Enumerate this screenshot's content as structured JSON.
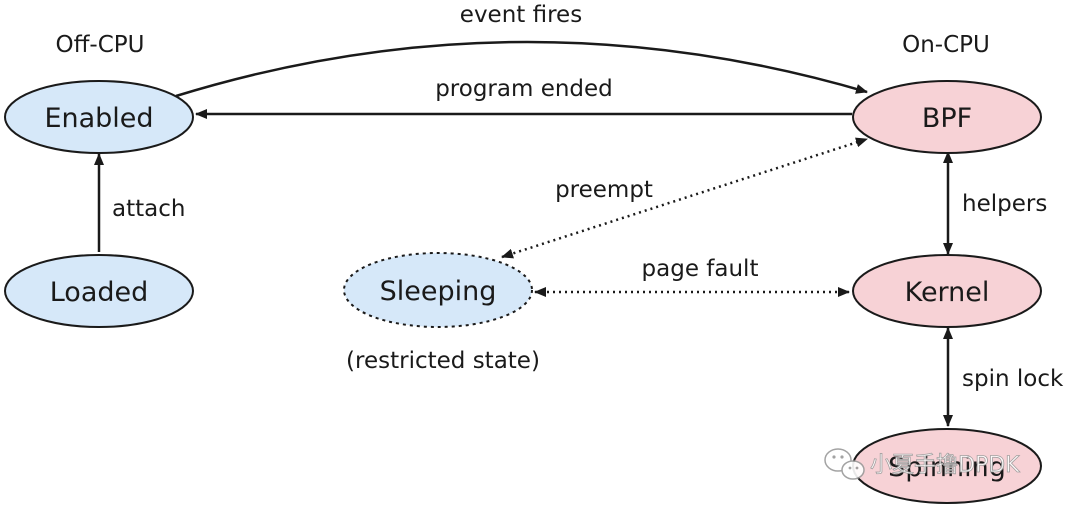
{
  "groups": {
    "off_cpu": "Off-CPU",
    "on_cpu": "On-CPU"
  },
  "nodes": {
    "enabled": "Enabled",
    "loaded": "Loaded",
    "sleeping": "Sleeping",
    "bpf": "BPF",
    "kernel": "Kernel",
    "spinning": "Spinning"
  },
  "notes": {
    "restricted_state": "(restricted state)"
  },
  "edges": {
    "event_fires": "event fires",
    "program_ended": "program ended",
    "attach": "attach",
    "preempt": "preempt",
    "page_fault": "page fault",
    "helpers": "helpers",
    "spin_lock": "spin lock"
  },
  "colors": {
    "off_cpu_fill": "#d6e8f9",
    "on_cpu_fill": "#f7d2d6",
    "stroke": "#1a1a1a"
  },
  "watermark": {
    "text": "小夏手撸DPDK",
    "icon": "wechat-icon"
  }
}
